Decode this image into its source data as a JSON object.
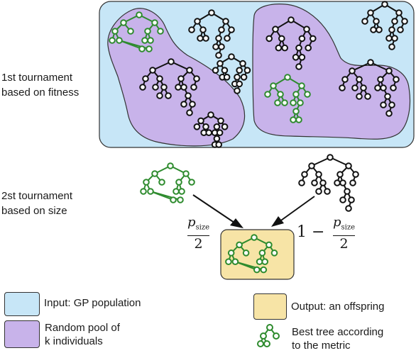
{
  "labels": {
    "first_tournament": [
      "1st tournament",
      "based on fitness"
    ],
    "second_tournament": [
      "2st tournament",
      "based on size"
    ]
  },
  "weights": {
    "left_numerator": "p",
    "left_subscript": "size",
    "left_denominator": "2",
    "right_prefix": "1 −",
    "right_numerator": "p",
    "right_subscript": "size",
    "right_denominator": "2"
  },
  "legend": [
    {
      "key": "population",
      "text": [
        "Input: GP population"
      ],
      "color": "#c7e6f7"
    },
    {
      "key": "pool",
      "text": [
        "Random pool of",
        "k individuals"
      ],
      "color": "#c8b3ea"
    },
    {
      "key": "offspring",
      "text": [
        "Output: an offspring"
      ],
      "color": "#f7e4a6"
    },
    {
      "key": "best",
      "text": [
        "Best tree according",
        "to the metric"
      ],
      "color": "#2e8b2e"
    }
  ],
  "colors": {
    "population": "#c7e6f7",
    "pool": "#c8b3ea",
    "offspring": "#f7e4a6",
    "best_tree": "#2e8b2e",
    "tree": "#111111",
    "stroke": "#333333"
  }
}
